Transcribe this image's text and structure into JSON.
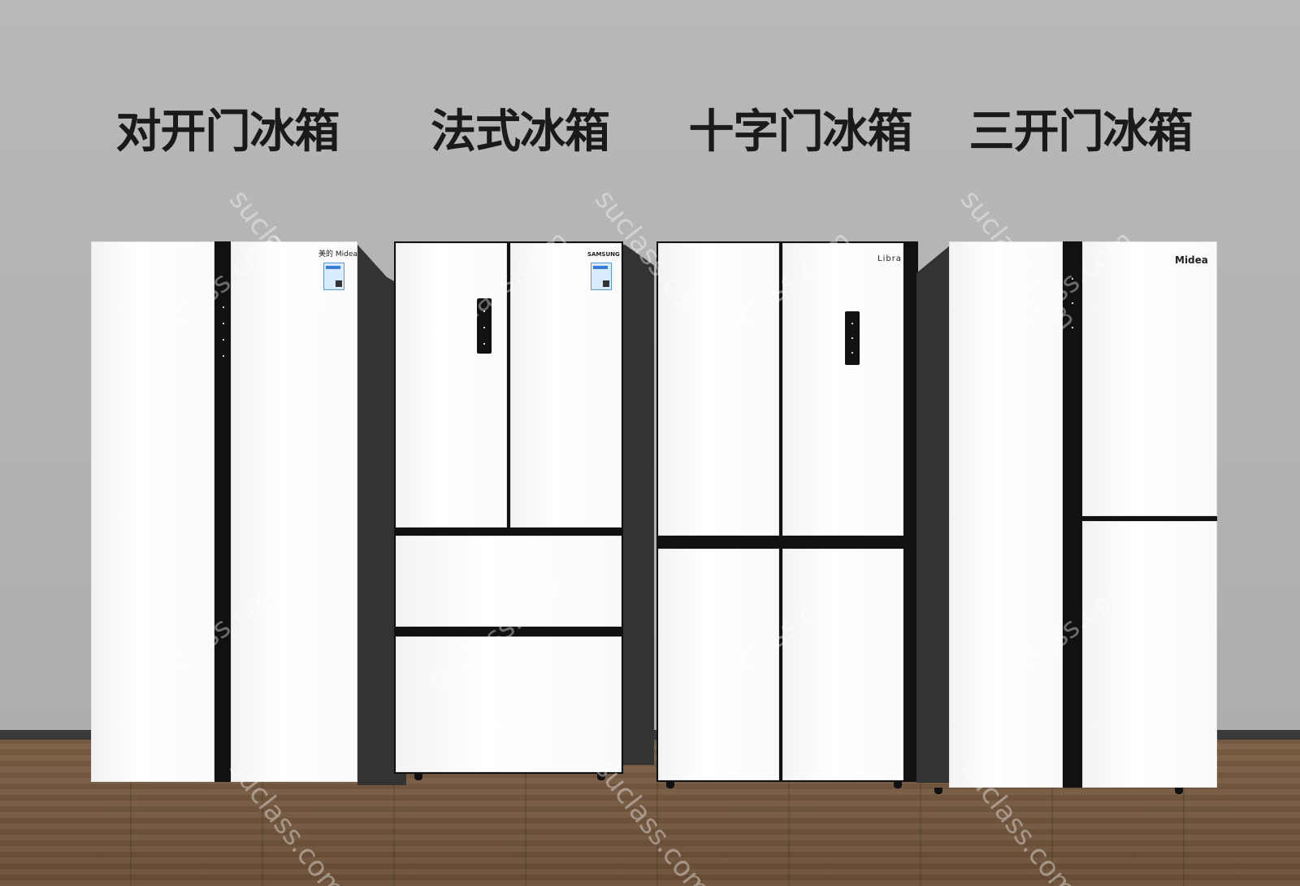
{
  "titles": [
    "对开门冰箱",
    "法式冰箱",
    "十字门冰箱",
    "三开门冰箱"
  ],
  "brands": {
    "fridge1": "美的 Midea",
    "fridge2": "SAMSUNG",
    "fridge3": "Libra",
    "fridge4": "Midea"
  },
  "watermark": "suclass.com",
  "colors": {
    "wall": "#b3b3b3",
    "floor": "#6f543c",
    "fridge_body": "#ffffff",
    "fridge_side": "#333333",
    "title_text": "#1a1a1a"
  }
}
